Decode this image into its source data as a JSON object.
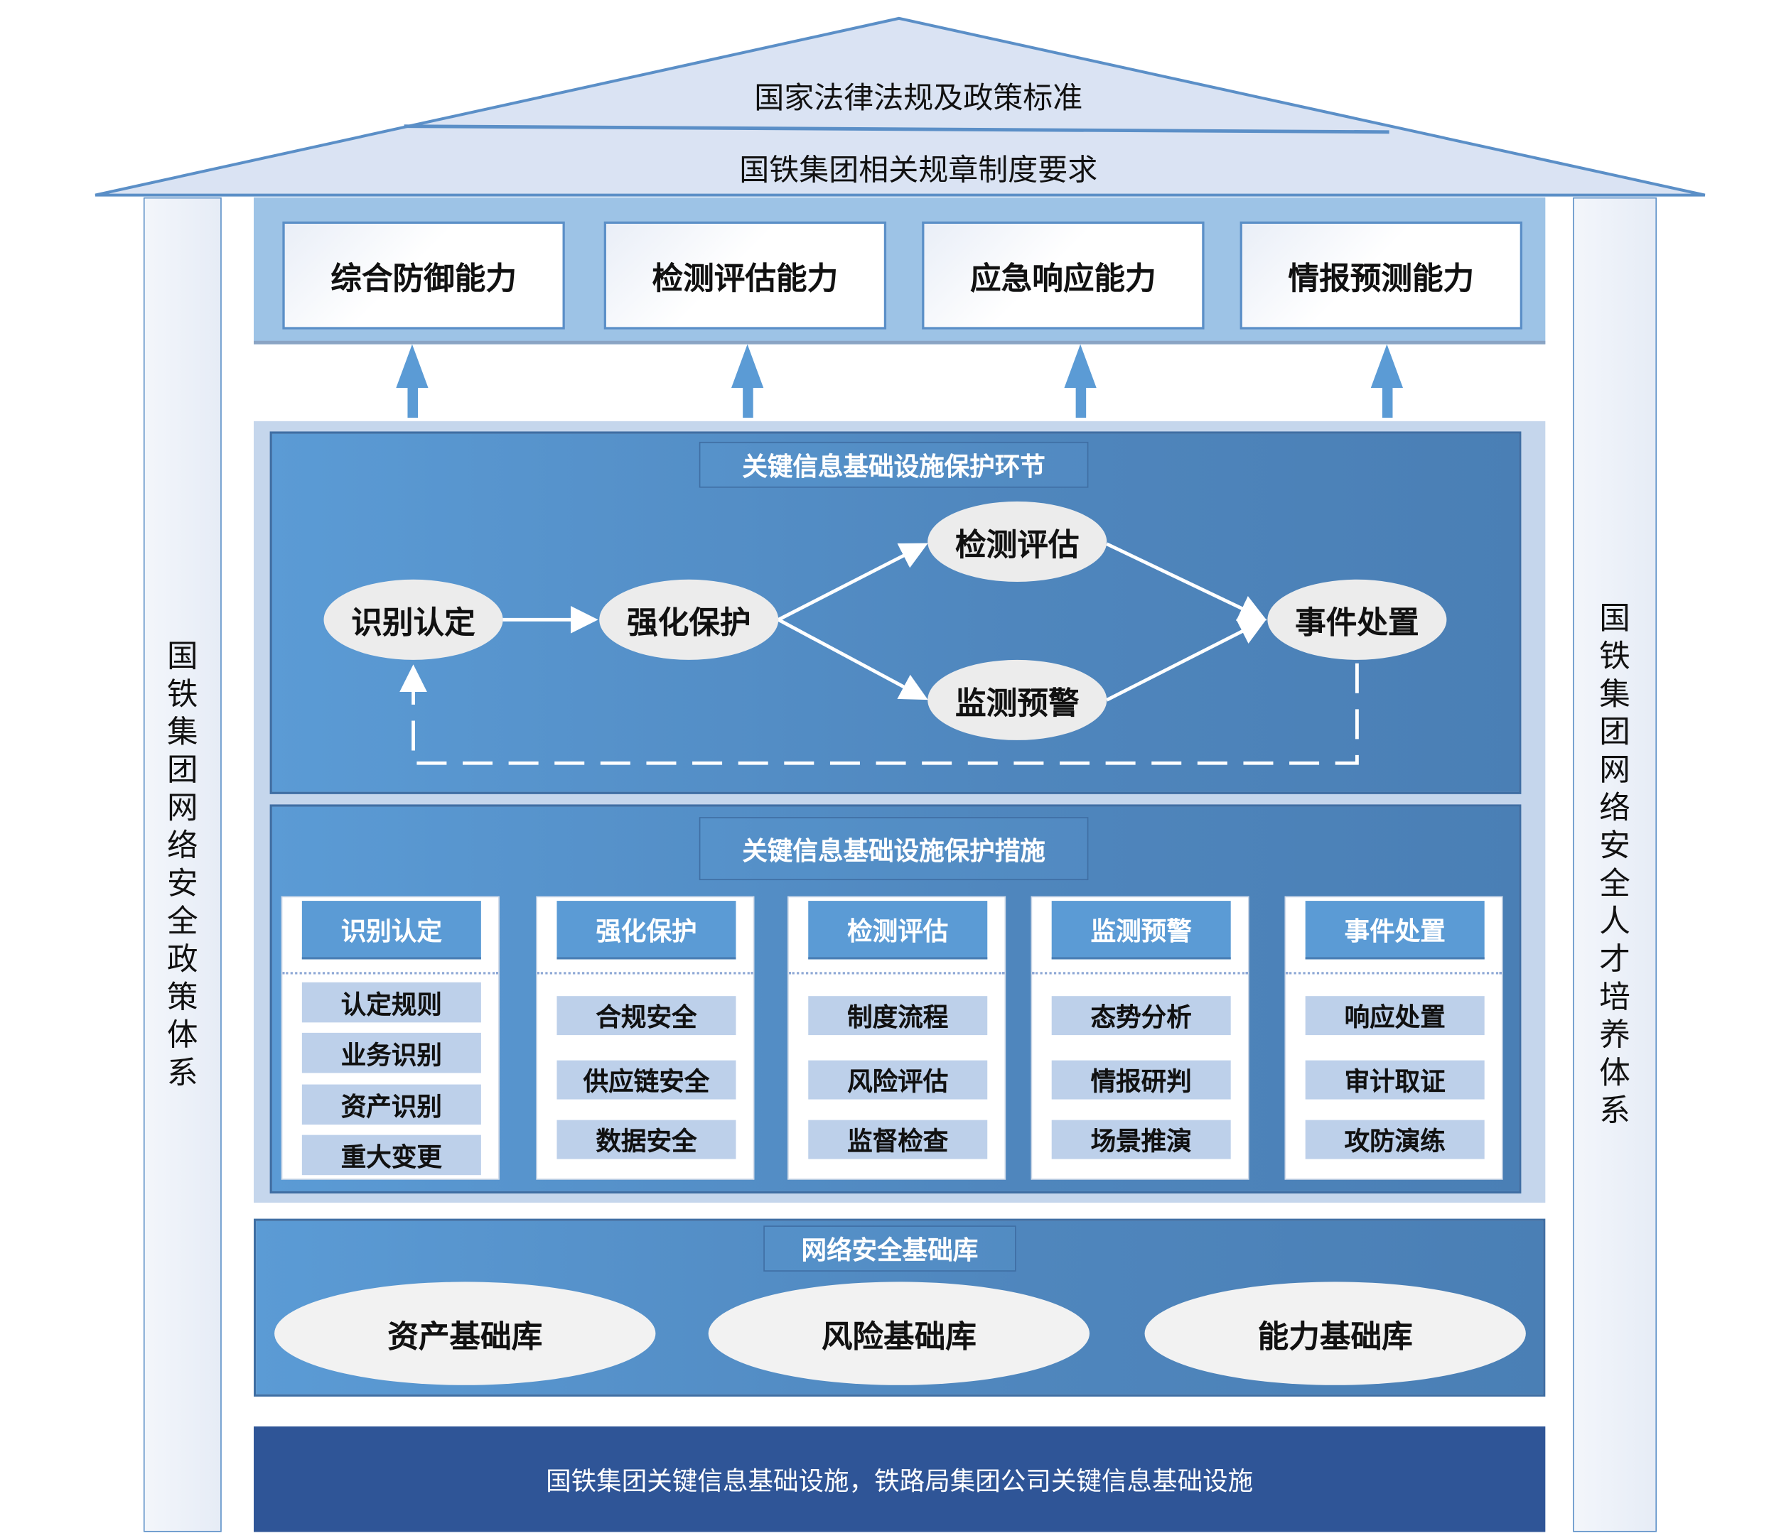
{
  "roof": {
    "top": "国家法律法规及政策标准",
    "bottom": "国铁集团相关规章制度要求"
  },
  "left_pillar": "国铁集团网络安全政策体系",
  "right_pillar": "国铁集团网络安全人才培养体系",
  "capabilities": [
    "综合防御能力",
    "检测评估能力",
    "应急响应能力",
    "情报预测能力"
  ],
  "process": {
    "title": "关键信息基础设施保护环节",
    "steps": [
      "识别认定",
      "强化保护",
      "检测评估",
      "监测预警",
      "事件处置"
    ]
  },
  "measures": {
    "title": "关键信息基础设施保护措施",
    "columns": [
      {
        "header": "识别认定",
        "items": [
          "认定规则",
          "业务识别",
          "资产识别",
          "重大变更"
        ]
      },
      {
        "header": "强化保护",
        "items": [
          "合规安全",
          "供应链安全",
          "数据安全"
        ]
      },
      {
        "header": "检测评估",
        "items": [
          "制度流程",
          "风险评估",
          "监督检查"
        ]
      },
      {
        "header": "监测预警",
        "items": [
          "态势分析",
          "情报研判",
          "场景推演"
        ]
      },
      {
        "header": "事件处置",
        "items": [
          "响应处置",
          "审计取证",
          "攻防演练"
        ]
      }
    ]
  },
  "foundation": {
    "title": "网络安全基础库",
    "libs": [
      "资产基础库",
      "风险基础库",
      "能力基础库"
    ]
  },
  "base": "国铁集团关键信息基础设施，铁路局集团公司关键信息基础设施",
  "colors": {
    "roof": "#dae3f3",
    "stroke": "#5b8fc7",
    "accent": "#5b9bd5",
    "base": "#2f5597"
  }
}
